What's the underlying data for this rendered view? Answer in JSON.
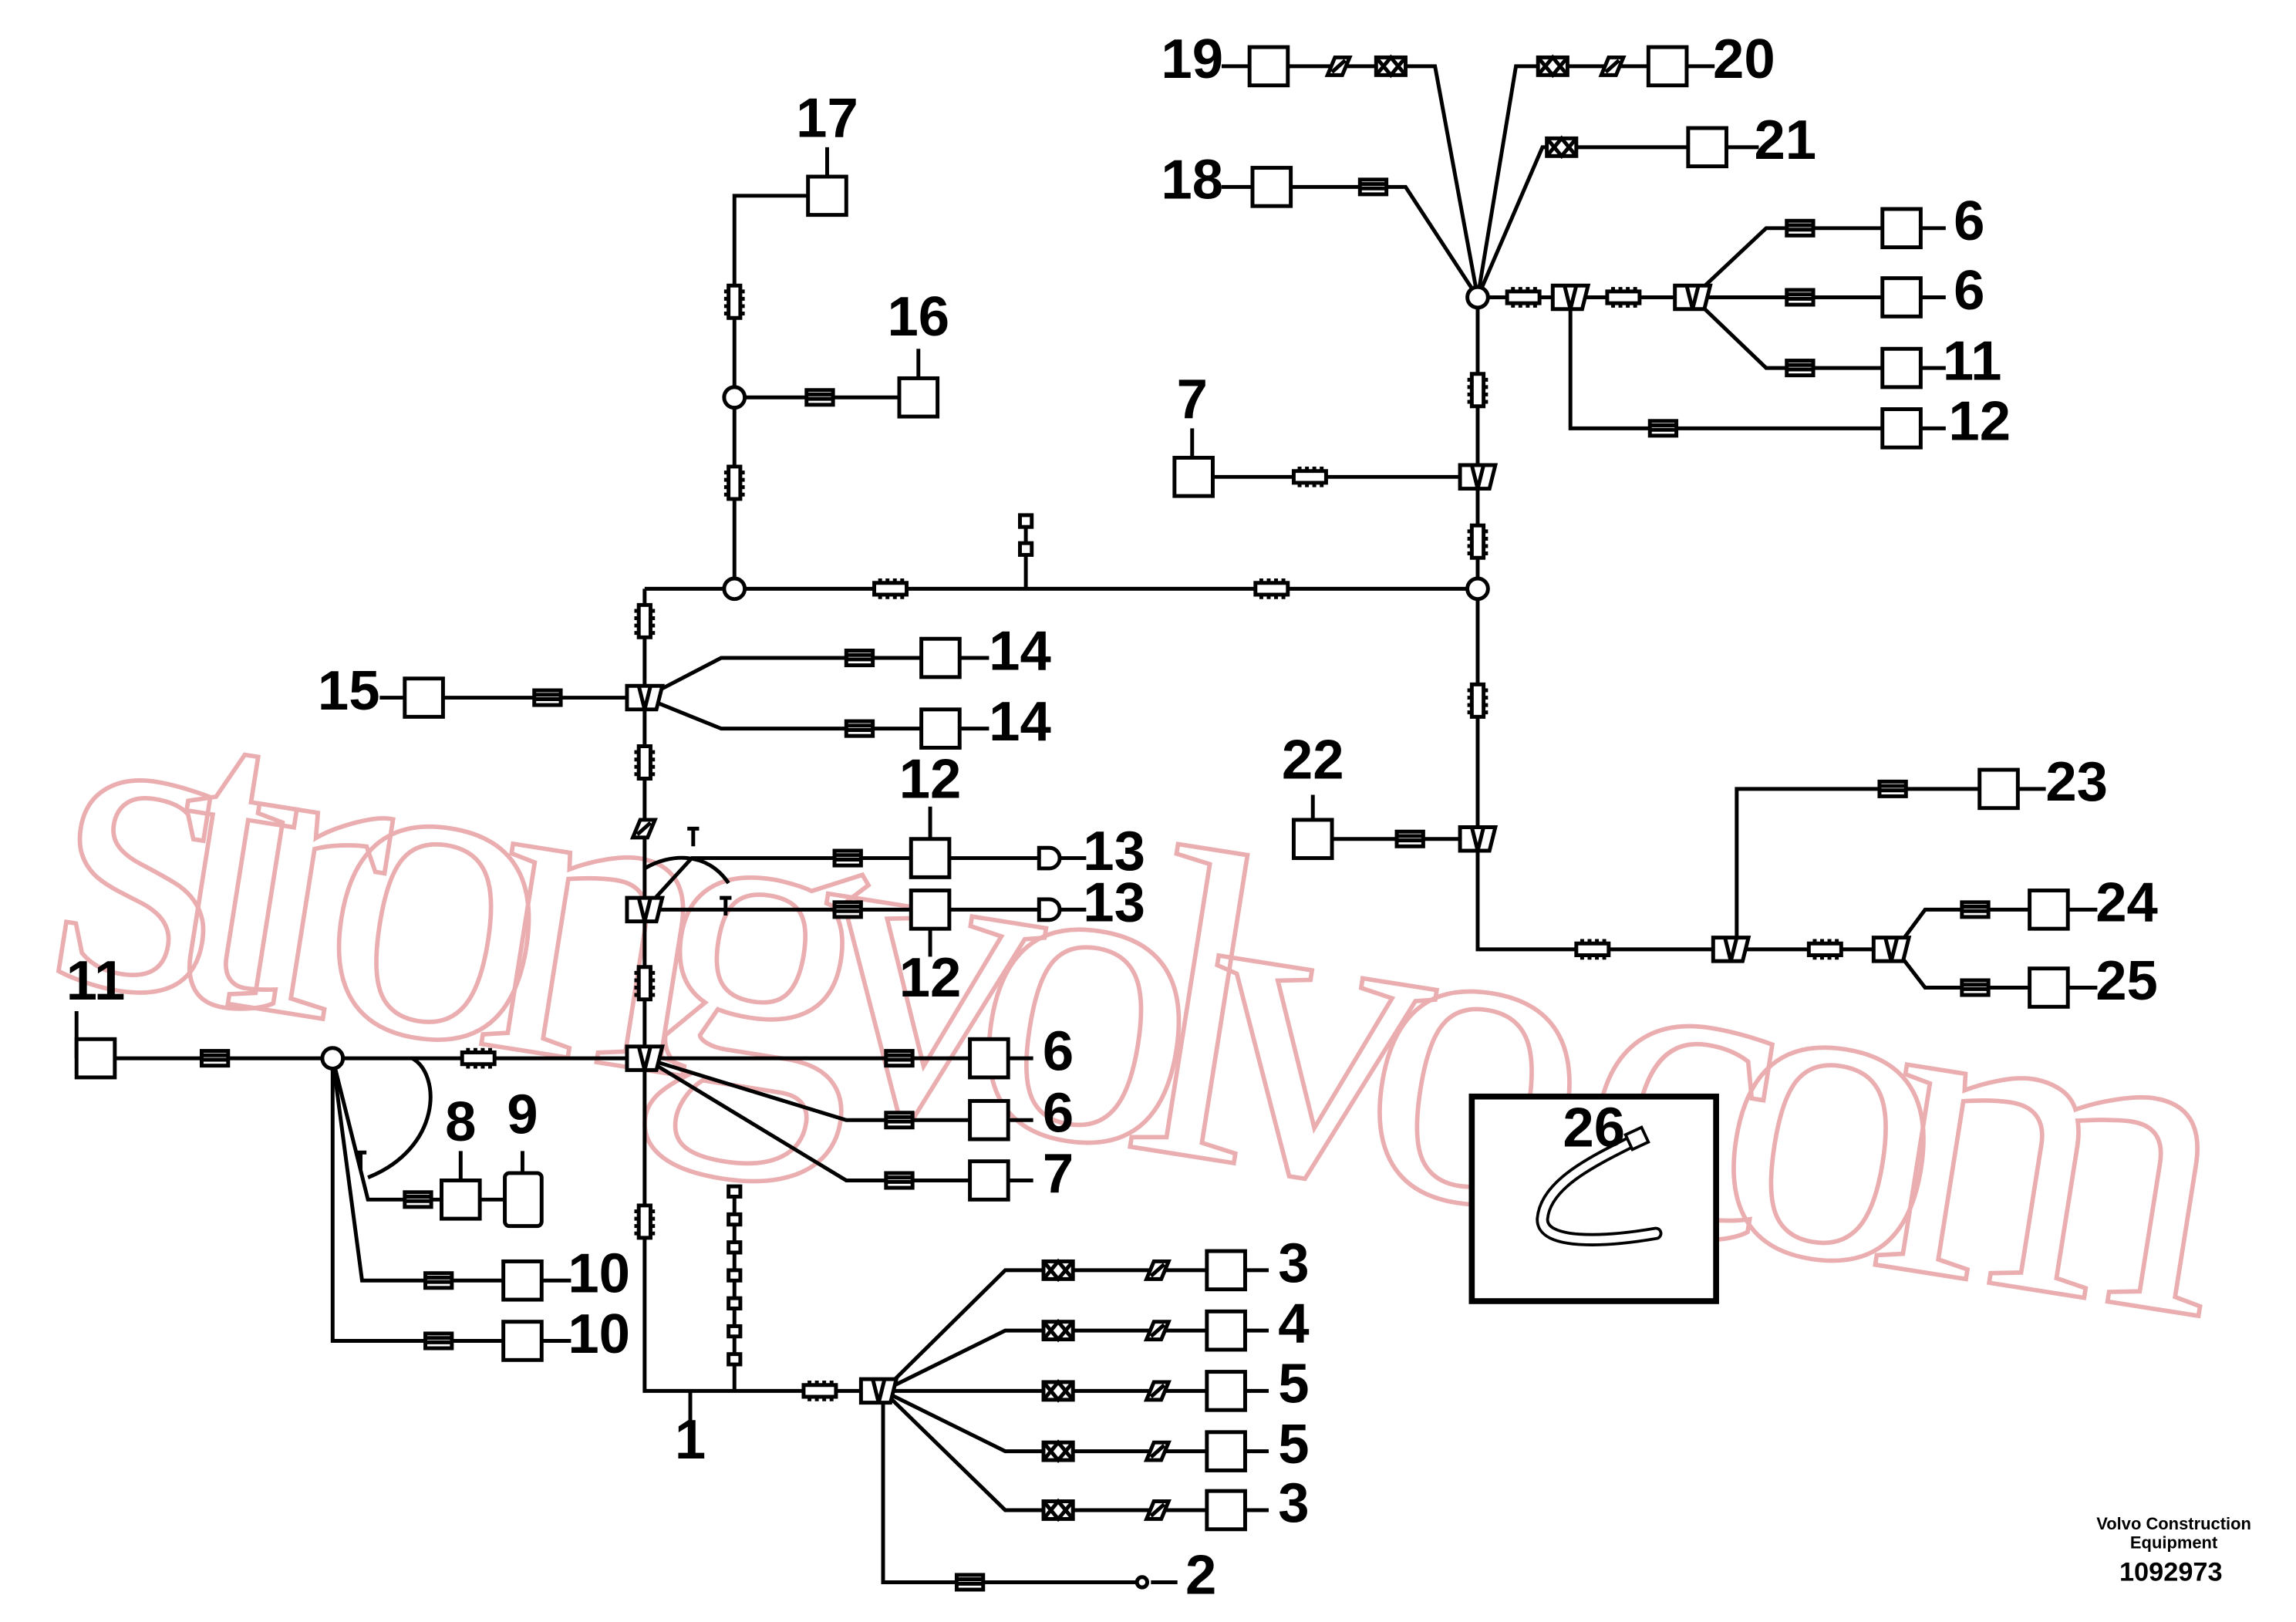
{
  "diagram": {
    "callouts": [
      {
        "id": "c1",
        "text": "1"
      },
      {
        "id": "c2",
        "text": "2"
      },
      {
        "id": "c3a",
        "text": "3"
      },
      {
        "id": "c3b",
        "text": "3"
      },
      {
        "id": "c4",
        "text": "4"
      },
      {
        "id": "c5a",
        "text": "5"
      },
      {
        "id": "c5b",
        "text": "5"
      },
      {
        "id": "c6a",
        "text": "6"
      },
      {
        "id": "c6b",
        "text": "6"
      },
      {
        "id": "c6c",
        "text": "6"
      },
      {
        "id": "c6d",
        "text": "6"
      },
      {
        "id": "c7a",
        "text": "7"
      },
      {
        "id": "c7b",
        "text": "7"
      },
      {
        "id": "c8",
        "text": "8"
      },
      {
        "id": "c9",
        "text": "9"
      },
      {
        "id": "c10a",
        "text": "10"
      },
      {
        "id": "c10b",
        "text": "10"
      },
      {
        "id": "c11a",
        "text": "11"
      },
      {
        "id": "c11b",
        "text": "11"
      },
      {
        "id": "c12a",
        "text": "12"
      },
      {
        "id": "c12b",
        "text": "12"
      },
      {
        "id": "c12c",
        "text": "12"
      },
      {
        "id": "c13a",
        "text": "13"
      },
      {
        "id": "c13b",
        "text": "13"
      },
      {
        "id": "c14a",
        "text": "14"
      },
      {
        "id": "c14b",
        "text": "14"
      },
      {
        "id": "c15",
        "text": "15"
      },
      {
        "id": "c16",
        "text": "16"
      },
      {
        "id": "c17",
        "text": "17"
      },
      {
        "id": "c18",
        "text": "18"
      },
      {
        "id": "c19",
        "text": "19"
      },
      {
        "id": "c20",
        "text": "20"
      },
      {
        "id": "c21",
        "text": "21"
      },
      {
        "id": "c22",
        "text": "22"
      },
      {
        "id": "c23",
        "text": "23"
      },
      {
        "id": "c24",
        "text": "24"
      },
      {
        "id": "c25",
        "text": "25"
      },
      {
        "id": "c26",
        "text": "26"
      }
    ]
  },
  "watermark": "strongvolvo.com",
  "footer": {
    "company_line1": "Volvo Construction",
    "company_line2": "Equipment",
    "drawing_number": "1092973"
  },
  "colors": {
    "line": "#000000",
    "watermark": "#e8a0a3",
    "background": "#ffffff"
  }
}
